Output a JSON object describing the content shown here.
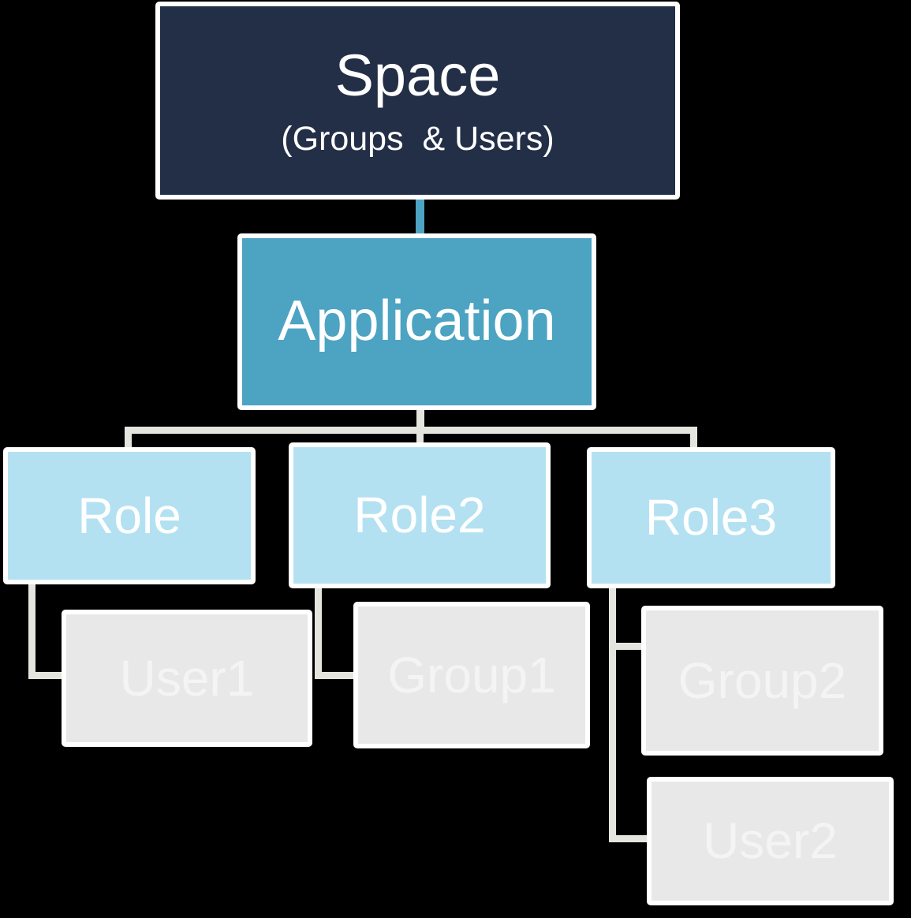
{
  "diagram": {
    "type": "org-chart-hierarchy",
    "background": "#000000",
    "colors": {
      "space_fill": "#232e47",
      "application_fill": "#4da3c2",
      "role_fill": "#b3e1f2",
      "member_fill": "#e8e8e8",
      "connector_gray": "#e5e5e0",
      "connector_blue": "#4da3c2",
      "box_border": "#ffffff",
      "text_white": "#ffffff",
      "member_text": "#f4f4f4"
    }
  },
  "nodes": {
    "space": {
      "title": "Space",
      "subtitle": "(Groups  & Users)"
    },
    "application": {
      "title": "Application"
    },
    "role1": {
      "title": "Role"
    },
    "role2": {
      "title": "Role2"
    },
    "role3": {
      "title": "Role3"
    },
    "user1": {
      "title": "User1"
    },
    "group1": {
      "title": "Group1"
    },
    "group2": {
      "title": "Group2"
    },
    "user2": {
      "title": "User2"
    }
  },
  "edges": [
    {
      "from": "Space",
      "to": "Application"
    },
    {
      "from": "Application",
      "to": "Role"
    },
    {
      "from": "Application",
      "to": "Role2"
    },
    {
      "from": "Application",
      "to": "Role3"
    },
    {
      "from": "Role",
      "to": "User1"
    },
    {
      "from": "Role2",
      "to": "Group1"
    },
    {
      "from": "Role3",
      "to": "Group2"
    },
    {
      "from": "Role3",
      "to": "User2"
    }
  ]
}
